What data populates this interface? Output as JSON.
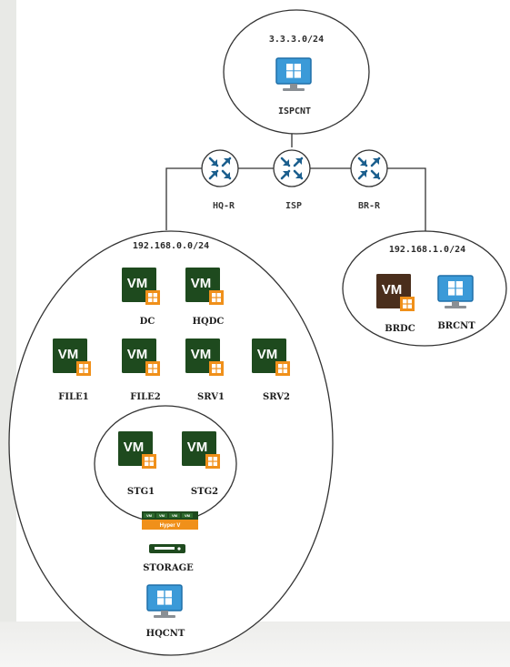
{
  "diagram": {
    "isp_net": {
      "subnet": "3.3.3.0/24",
      "client": "ISPCNT"
    },
    "routers": {
      "hq": "HQ-R",
      "isp": "ISP",
      "br": "BR-R"
    },
    "hq_net": {
      "subnet": "192.168.0.0/24",
      "vms": {
        "dc": "DC",
        "hqdc": "HQDC",
        "file1": "FILE1",
        "file2": "FILE2",
        "srv1": "SRV1",
        "srv2": "SRV2"
      },
      "stg": {
        "stg1": "STG1",
        "stg2": "STG2"
      },
      "storage": "STORAGE",
      "hyperv": {
        "vm_tag": "VM",
        "name": "Hyper V"
      },
      "client": "HQCNT"
    },
    "br_net": {
      "subnet": "192.168.1.0/24",
      "dc": "BRDC",
      "client": "BRCNT"
    },
    "vm_icon_text": "VM",
    "colors": {
      "vm_green": "#1e4a1e",
      "vm_brown": "#4a2e1c",
      "windows_orange": "#f0901a",
      "monitor_blue": "#3b9ad8",
      "router_blue": "#1c5f8e",
      "line": "#333333"
    },
    "icons": {
      "vm": "vm-server-icon",
      "monitor": "windows-monitor-icon",
      "router": "router-arrows-icon",
      "storage": "storage-server-icon"
    }
  }
}
